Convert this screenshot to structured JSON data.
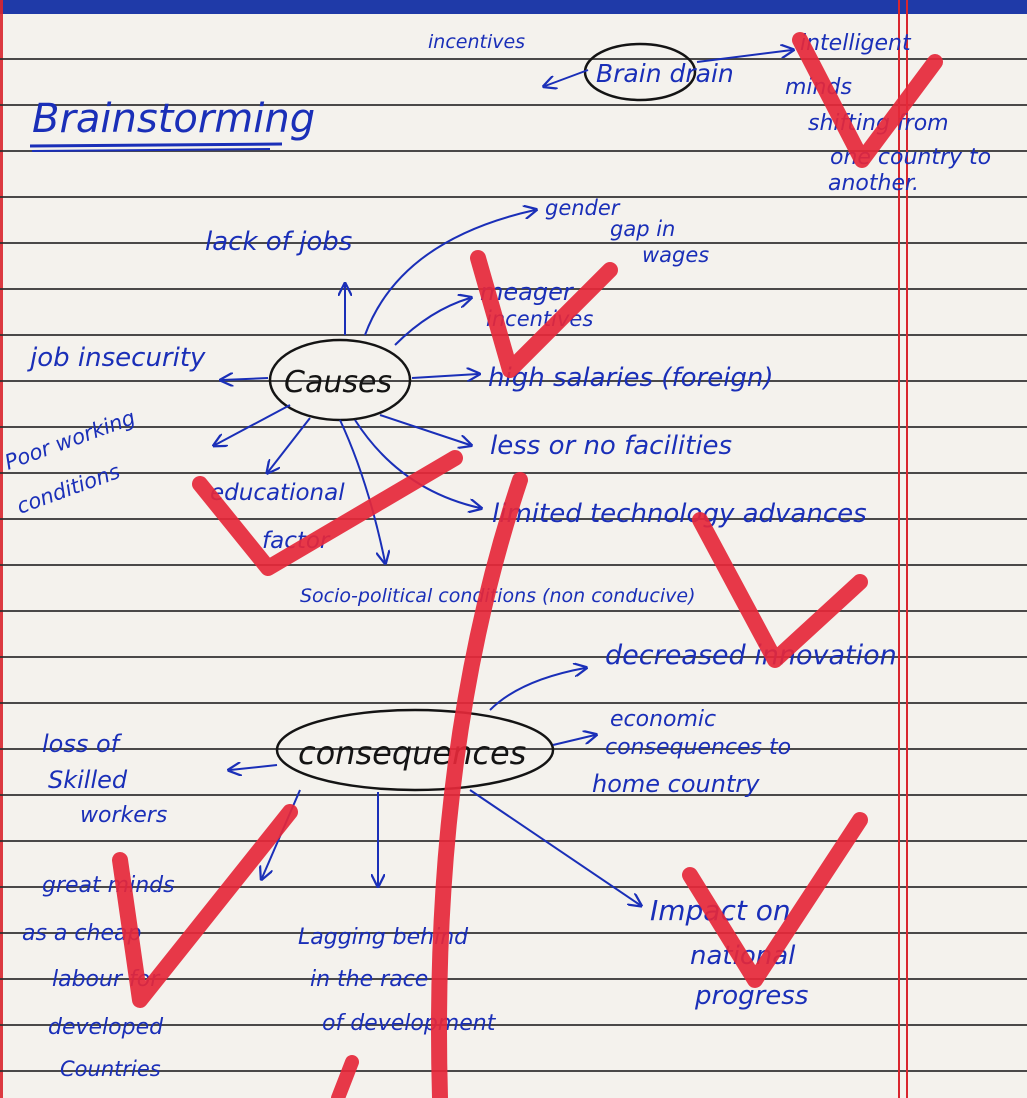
{
  "title": "Brainstorming",
  "topic": {
    "label": "Brain drain",
    "left_note": "incentives",
    "definition": [
      "intelligent",
      "minds",
      "shifting from",
      "one country to",
      "another."
    ]
  },
  "causes": {
    "label": "Causes",
    "items": {
      "lack_of_jobs": "lack of jobs",
      "gender_gap": [
        "gender",
        "gap in",
        "wages"
      ],
      "meager_incentives": [
        "meager",
        "incentives"
      ],
      "job_insecurity": "job insecurity",
      "high_salaries": "high salaries (foreign)",
      "poor_working": [
        "Poor working",
        "conditions"
      ],
      "less_facilities": "less or no facilities",
      "educational": [
        "educational",
        "factor"
      ],
      "limited_tech": "limited technology advances",
      "socio_political": "Socio-political conditions (non conducive)"
    }
  },
  "consequences": {
    "label": "consequences",
    "items": {
      "decreased_innovation": "decreased innovation",
      "loss_skilled": [
        "loss of",
        "Skilled",
        "workers"
      ],
      "economic": [
        "economic",
        "consequences to",
        "home country"
      ],
      "great_minds": [
        "great minds",
        "as a cheap",
        "labour for",
        "developed",
        "Countries"
      ],
      "lagging": [
        "Lagging behind",
        "in the race",
        "of development"
      ],
      "impact": [
        "Impact on",
        "national",
        "progress"
      ]
    }
  },
  "colors": {
    "ink": "#1a2fb8",
    "check": "#e5283a",
    "rule": "#2b2b2b",
    "margin": "#d9262e"
  }
}
